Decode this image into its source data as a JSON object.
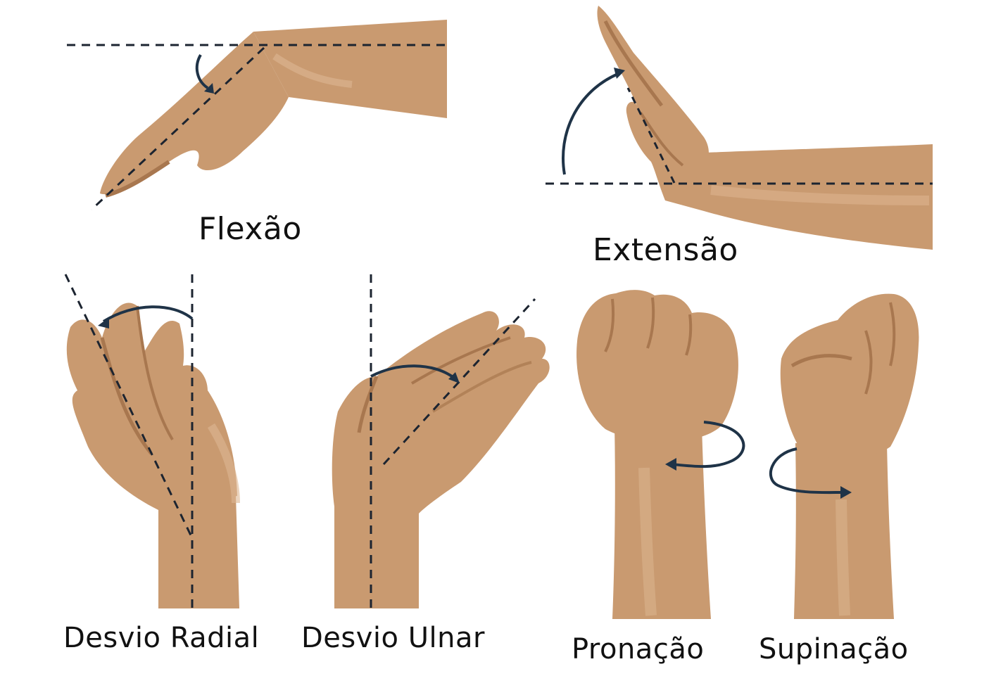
{
  "colors": {
    "skin": "#c99a70",
    "skin_shadow": "#a8774f",
    "skin_light": "#deb792",
    "guide_line": "#1c2430",
    "arrow": "#1f3347",
    "text": "#111111"
  },
  "panels": {
    "flexao": {
      "label": "Flexão",
      "icon": "hand-flexion-icon"
    },
    "extensao": {
      "label": "Extensão",
      "icon": "hand-extension-icon"
    },
    "desvio_radial": {
      "label": "Desvio Radial",
      "icon": "hand-radial-deviation-icon"
    },
    "desvio_ulnar": {
      "label": "Desvio Ulnar",
      "icon": "hand-ulnar-deviation-icon"
    },
    "pronacao": {
      "label": "Pronação",
      "icon": "fist-pronation-icon"
    },
    "supinacao": {
      "label": "Supinação",
      "icon": "fist-supination-icon"
    }
  }
}
